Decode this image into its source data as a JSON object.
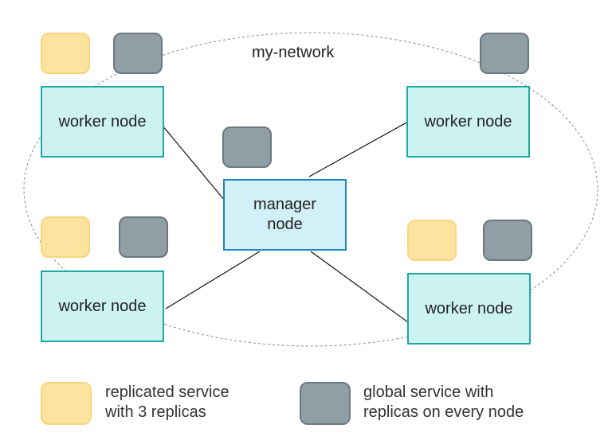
{
  "diagram": {
    "network_label": "my-network",
    "nodes": {
      "worker_top_left": "worker node",
      "worker_top_right": "worker node",
      "worker_bottom_left": "worker node",
      "worker_bottom_right": "worker node",
      "manager_line1": "manager",
      "manager_line2": "node"
    },
    "tasks": [
      {
        "type": "replicated",
        "node": "worker-top-left"
      },
      {
        "type": "global",
        "node": "worker-top-left"
      },
      {
        "type": "global",
        "node": "worker-top-right"
      },
      {
        "type": "global",
        "node": "manager"
      },
      {
        "type": "replicated",
        "node": "worker-bottom-left"
      },
      {
        "type": "global",
        "node": "worker-bottom-left"
      },
      {
        "type": "replicated",
        "node": "worker-bottom-right"
      },
      {
        "type": "global",
        "node": "worker-bottom-right"
      }
    ],
    "legend": {
      "replicated_line1": "replicated service",
      "replicated_line2": "with 3 replicas",
      "global_line1": "global service with",
      "global_line2": "replicas on every node"
    },
    "colors": {
      "replicated_fill": "#fde2a0",
      "global_fill": "#919ea6",
      "worker_fill": "#cdf2f2",
      "worker_border": "#1fa7a2",
      "manager_fill": "#d2f0f7",
      "manager_border": "#1f86c2"
    }
  }
}
